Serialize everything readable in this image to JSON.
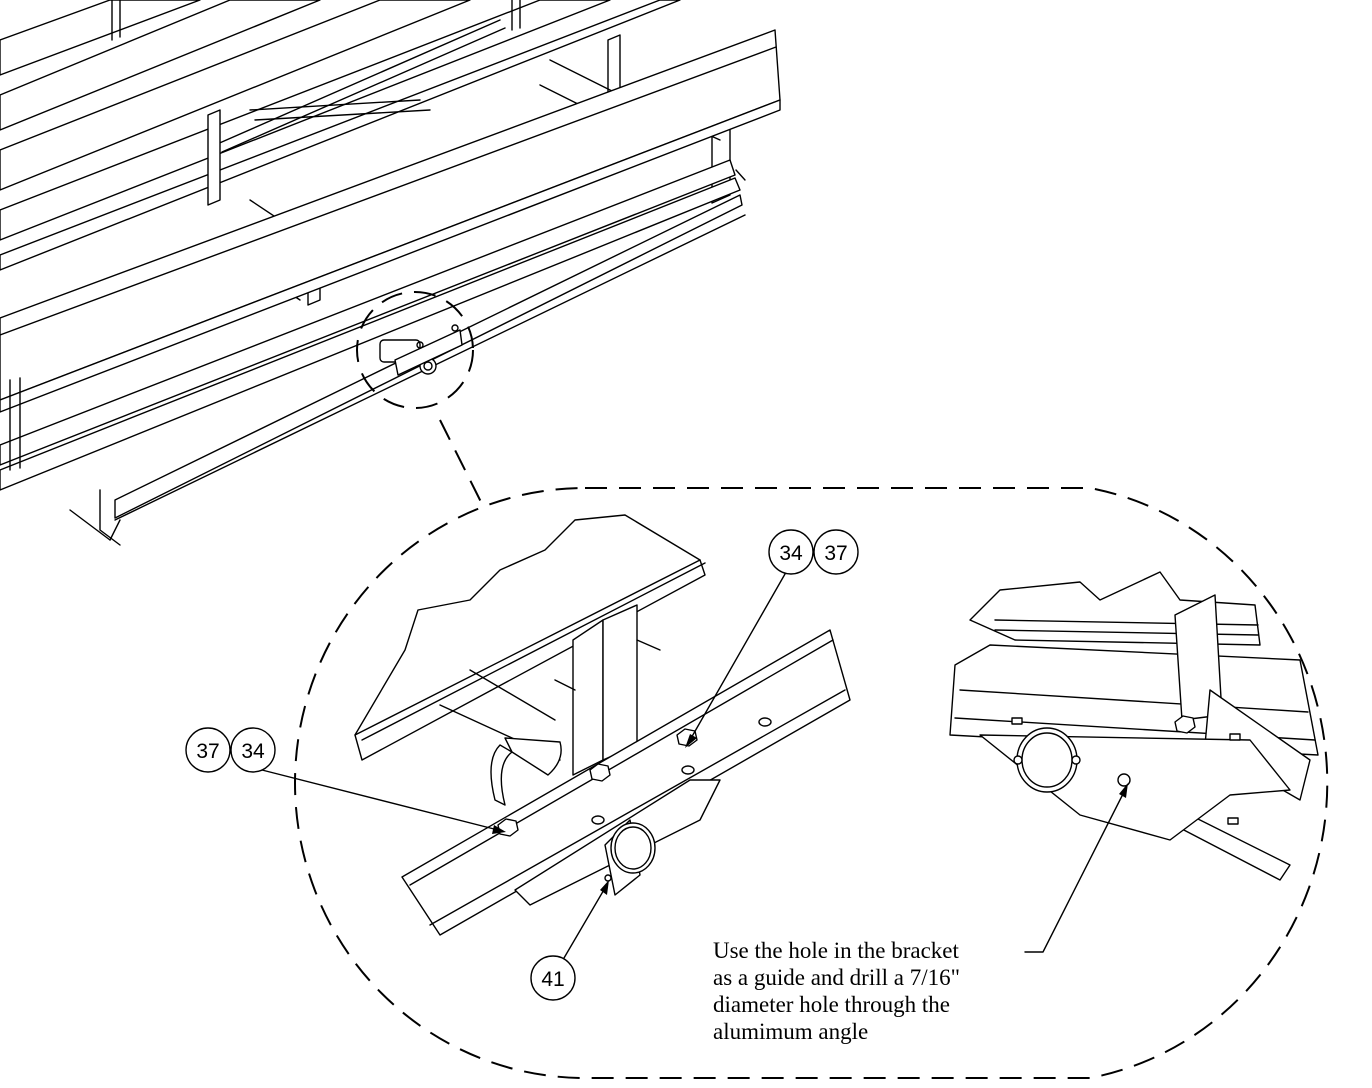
{
  "callouts": {
    "c34_right": "34",
    "c37_right": "37",
    "c37_left": "37",
    "c34_left": "34",
    "c41": "41"
  },
  "note": {
    "lines": [
      "Use the hole in the bracket",
      "as a guide and drill a 7/16\"",
      "diameter hole through the",
      "alumimum angle"
    ]
  }
}
